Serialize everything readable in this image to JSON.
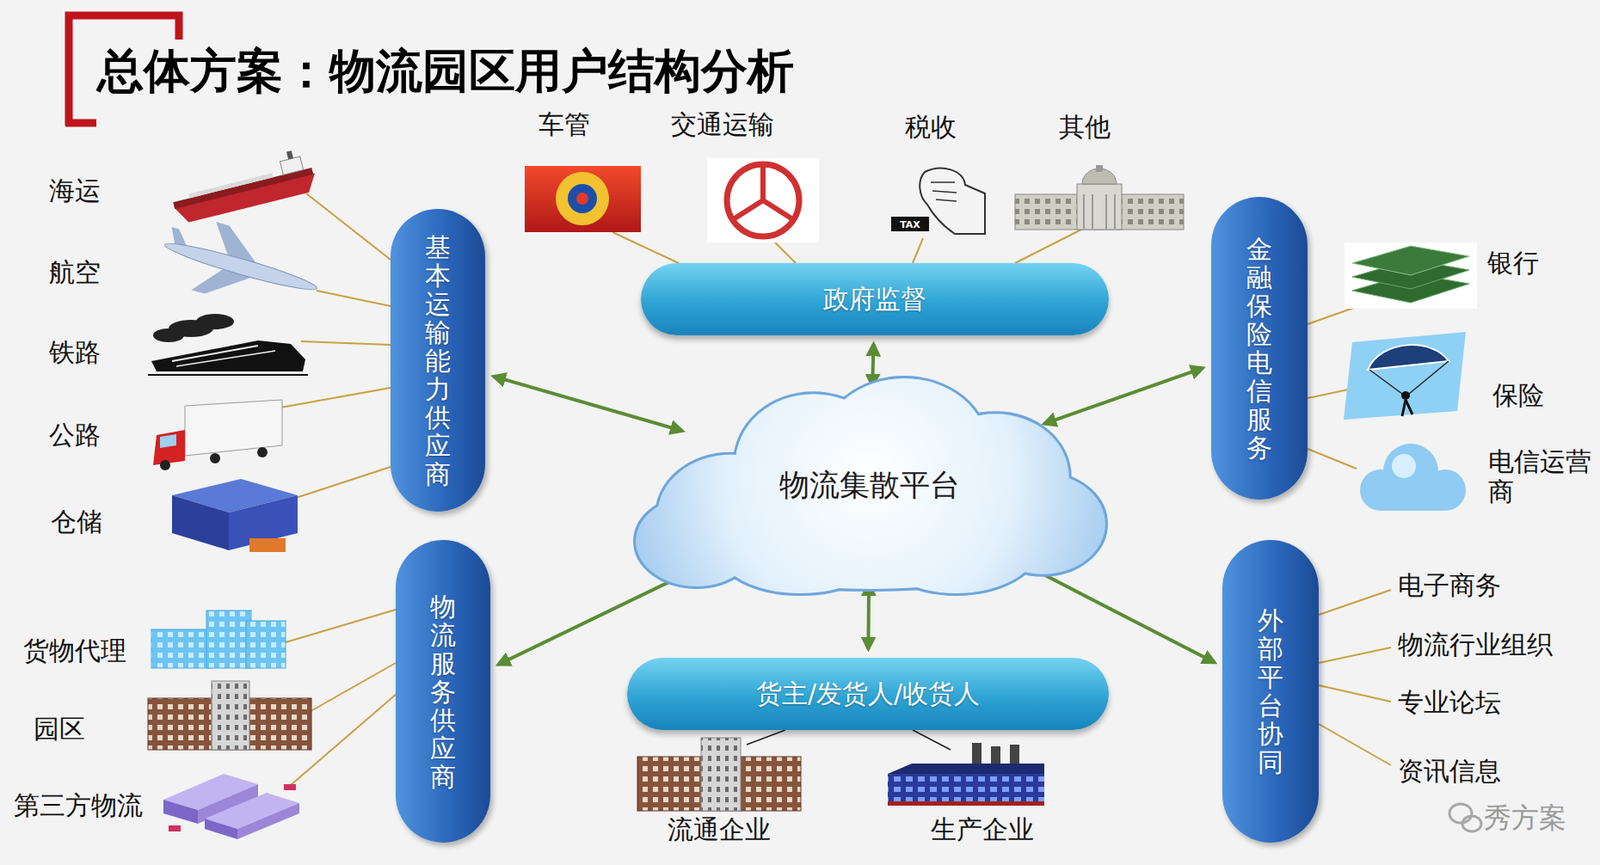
{
  "diagram": {
    "title": "总体方案：物流园区用户结构分析",
    "nodes": [
      {
        "text": [
          "基本运输能力供应商"
        ]
      },
      {
        "text": [
          "政府监督"
        ]
      },
      {
        "text": [
          "金融保险电信服务"
        ]
      },
      {
        "text": [
          "物流集散平台"
        ]
      },
      {
        "text": [
          "物流服务供应商"
        ]
      },
      {
        "text": [
          "货主/发货人/收货人"
        ]
      },
      {
        "text": [
          "外部平台协同"
        ]
      }
    ],
    "edges": [
      {
        "from": 0,
        "to": 3,
        "arrow": "both"
      },
      {
        "from": 1,
        "to": 3,
        "arrow": "both"
      },
      {
        "from": 2,
        "to": 3,
        "arrow": "both"
      },
      {
        "from": 4,
        "to": 3,
        "arrow": "both"
      },
      {
        "from": 5,
        "to": 3,
        "arrow": "both"
      },
      {
        "from": 6,
        "to": 3,
        "arrow": "both"
      }
    ],
    "labels": [
      "车管",
      "交通运输",
      "税收",
      "TAX",
      "其他",
      "海运",
      "航空",
      "铁路",
      "公路",
      "仓储",
      "银行",
      "保险",
      "电信运营商",
      "货物代理",
      "园区",
      "第三方物流",
      "电子商务",
      "物流行业组织",
      "专业论坛",
      "资讯信息",
      "流通企业",
      "生产企业",
      "秀方案"
    ]
  }
}
